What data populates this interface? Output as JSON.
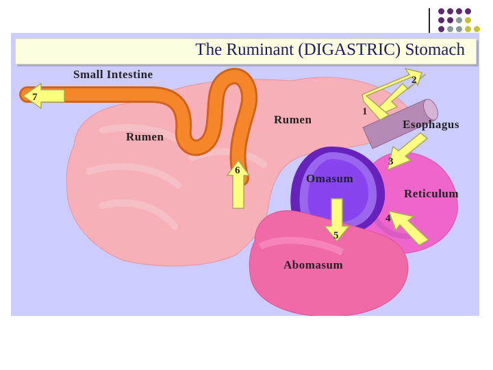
{
  "slide": {
    "title": "The Ruminant (DIGASTRIC) Stomach"
  },
  "colors": {
    "panel_bg": "#ccccff",
    "rumen_pink": "#f8b0b8",
    "intestine_orange": "#f5862a",
    "omasum_purple": "#8844ee",
    "reticulum_magenta": "#ee66cc",
    "abomasum_pink": "#f06aa8",
    "esophagus_mauve": "#b48ab4",
    "arrow_yellow": "#ffff80",
    "accent_dots": [
      "#5b2a6e",
      "#8a9a9a",
      "#c8c030"
    ]
  },
  "diagram": {
    "labels": {
      "small_intestine": "Small Intestine",
      "rumen_center": "Rumen",
      "rumen_left": "Rumen",
      "esophagus": "Esophagus",
      "omasum": "Omasum",
      "reticulum": "Reticulum",
      "abomasum": "Abomasum"
    },
    "arrow_numbers": {
      "a1": "1",
      "a2": "2",
      "a3": "3",
      "a4": "4",
      "a5": "5",
      "a6": "6",
      "a7": "7"
    }
  },
  "icons": {
    "corner_decoration": "dot-grid-icon",
    "arrows": "flow-arrow-icon"
  }
}
